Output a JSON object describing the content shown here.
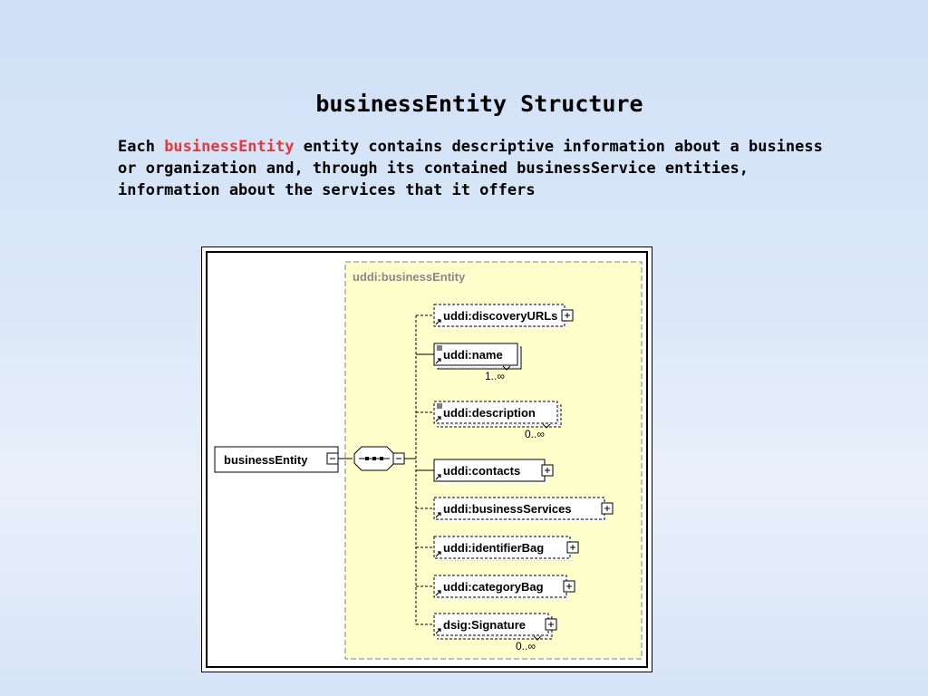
{
  "title": "businessEntity Structure",
  "description": {
    "prefix": "Each ",
    "highlight": "businessEntity",
    "suffix": " entity contains descriptive information about a business or organization and, through its contained businessService entities, information about the services that it offers"
  },
  "diagram": {
    "group_label": "uddi:businessEntity",
    "root_label": "businessEntity",
    "elements": [
      {
        "label": "uddi:discoveryURLs",
        "optional": true,
        "expandable": true,
        "multiple": false,
        "cardinality": ""
      },
      {
        "label": "uddi:name",
        "optional": false,
        "expandable": false,
        "multiple": true,
        "cardinality": "1..∞"
      },
      {
        "label": "uddi:description",
        "optional": true,
        "expandable": false,
        "multiple": true,
        "cardinality": "0..∞"
      },
      {
        "label": "uddi:contacts",
        "optional": false,
        "expandable": true,
        "multiple": false,
        "cardinality": ""
      },
      {
        "label": "uddi:businessServices",
        "optional": true,
        "expandable": true,
        "multiple": false,
        "cardinality": ""
      },
      {
        "label": "uddi:identifierBag",
        "optional": true,
        "expandable": true,
        "multiple": false,
        "cardinality": ""
      },
      {
        "label": "uddi:categoryBag",
        "optional": true,
        "expandable": true,
        "multiple": false,
        "cardinality": ""
      },
      {
        "label": "dsig:Signature",
        "optional": true,
        "expandable": true,
        "multiple": true,
        "cardinality": "0..∞"
      }
    ]
  }
}
